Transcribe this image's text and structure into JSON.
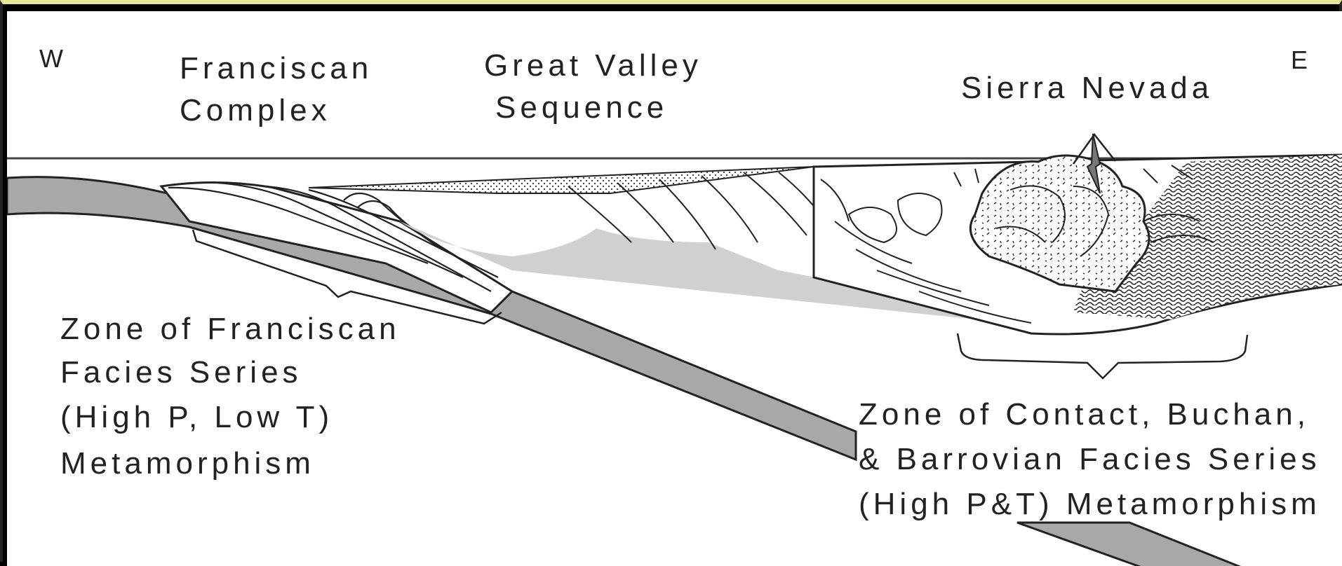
{
  "direction": {
    "west": "W",
    "east": "E"
  },
  "units": {
    "franciscan": [
      "Franciscan",
      "Complex"
    ],
    "great_valley": [
      "Great Valley",
      "Sequence"
    ],
    "sierra": "Sierra Nevada"
  },
  "zones": {
    "franciscan": [
      "Zone of Franciscan",
      "Facies Series",
      "(High P, Low T)",
      "Metamorphism"
    ],
    "contact": [
      "Zone of Contact, Buchan,",
      "& Barrovian Facies Series",
      "(High P&T) Metamorphism"
    ]
  },
  "colors": {
    "slab": "#a8a8a8",
    "sediment": "#d0d0d0",
    "line": "#222222",
    "border_top": "#e6e699"
  }
}
